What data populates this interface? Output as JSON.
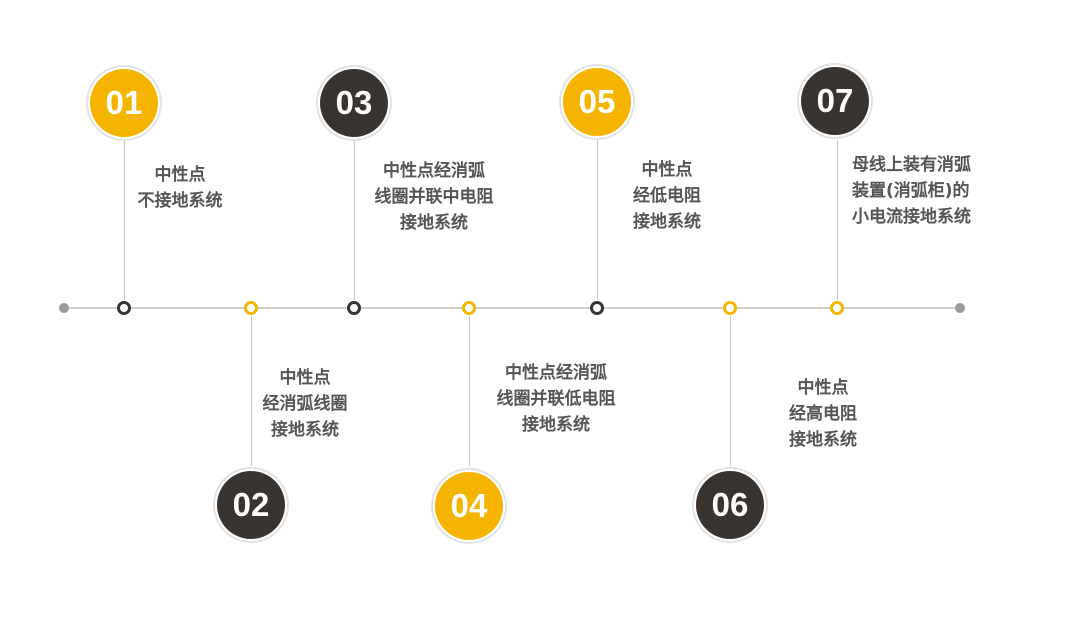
{
  "colors": {
    "dark": "#3a3430",
    "gold": "#f4b400",
    "line": "#cfcfcf",
    "text": "#555555"
  },
  "milestones": [
    {
      "number": "01",
      "color": "gold",
      "lines": [
        "中性点",
        "不接地系统"
      ]
    },
    {
      "number": "02",
      "color": "dark",
      "lines": [
        "中性点",
        "经消弧线圈",
        "接地系统"
      ]
    },
    {
      "number": "03",
      "color": "dark",
      "lines": [
        "中性点经消弧",
        "线圈并联中电阻",
        "接地系统"
      ]
    },
    {
      "number": "04",
      "color": "gold",
      "lines": [
        "中性点经消弧",
        "线圈并联低电阻",
        "接地系统"
      ]
    },
    {
      "number": "05",
      "color": "gold",
      "lines": [
        "中性点",
        "经低电阻",
        "接地系统"
      ]
    },
    {
      "number": "06",
      "color": "dark",
      "lines": [
        "中性点",
        "经高电阻",
        "接地系统"
      ]
    },
    {
      "number": "07",
      "color": "dark",
      "lines": [
        "母线上装有消弧",
        "装置(消弧柜)的",
        "小电流接地系统"
      ]
    }
  ]
}
